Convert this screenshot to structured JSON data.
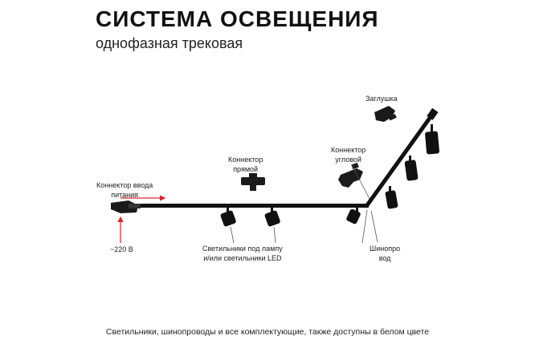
{
  "header": {
    "title": "СИСТЕМА ОСВЕЩЕНИЯ",
    "subtitle": "однофазная трековая"
  },
  "labels": {
    "power_connector_line1": "Коннектор ввода",
    "power_connector_line2": "питания",
    "voltage": "~220 В",
    "straight_connector_line1": "Коннектор",
    "straight_connector_line2": "прямой",
    "luminaires_line1": "Светильники под лампу",
    "luminaires_line2": "и/или светильники LED",
    "corner_connector_line1": "Коннектор",
    "corner_connector_line2": "угловой",
    "end_cap": "Заглушка",
    "busbar_line1": "Шинопро",
    "busbar_line2": "вод"
  },
  "footer": {
    "note": "Светильники, шинопроводы и все комплектующие, также доступны в белом цвете"
  },
  "colors": {
    "track": "#111111",
    "arrow_red": "#d9262c",
    "leader": "#555555"
  }
}
